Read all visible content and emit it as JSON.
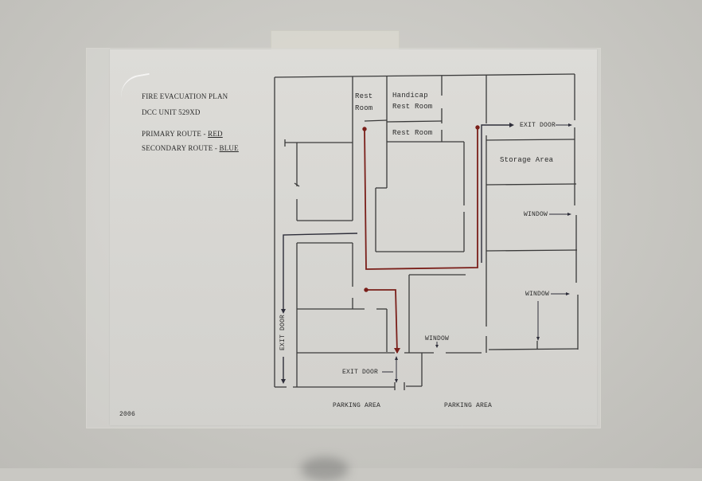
{
  "legend": {
    "title": "FIRE EVACUATION PLAN",
    "unit": "DCC UNIT 529XD",
    "primary_label": "PRIMARY ROUTE - ",
    "primary_color_name": "RED",
    "secondary_label": "SECONDARY ROUTE - ",
    "secondary_color_name": "BLUE"
  },
  "colors": {
    "primary_route": "#7a1f1a",
    "secondary_route": "#2e2e3a",
    "walls": "#3a3a3a",
    "paper": "#dbdad6",
    "wall_bg": "#c9c8c3"
  },
  "rooms": {
    "rest_room_1_line1": "Rest",
    "rest_room_1_line2": "Room",
    "handicap_line1": "Handicap",
    "handicap_line2": "Rest Room",
    "rest_room_2": "Rest Room",
    "storage": "Storage Area"
  },
  "markers": {
    "exit_door_top_right": "EXIT DOOR",
    "exit_door_left": "EXIT DOOR",
    "exit_door_bottom": "EXIT  DOOR",
    "window_right_1": "WINDOW",
    "window_right_2": "WINDOW",
    "window_bottom": "WINDOW"
  },
  "outside": {
    "parking_1": "PARKING AREA",
    "parking_2": "PARKING AREA"
  },
  "footer": {
    "year": "2006"
  }
}
